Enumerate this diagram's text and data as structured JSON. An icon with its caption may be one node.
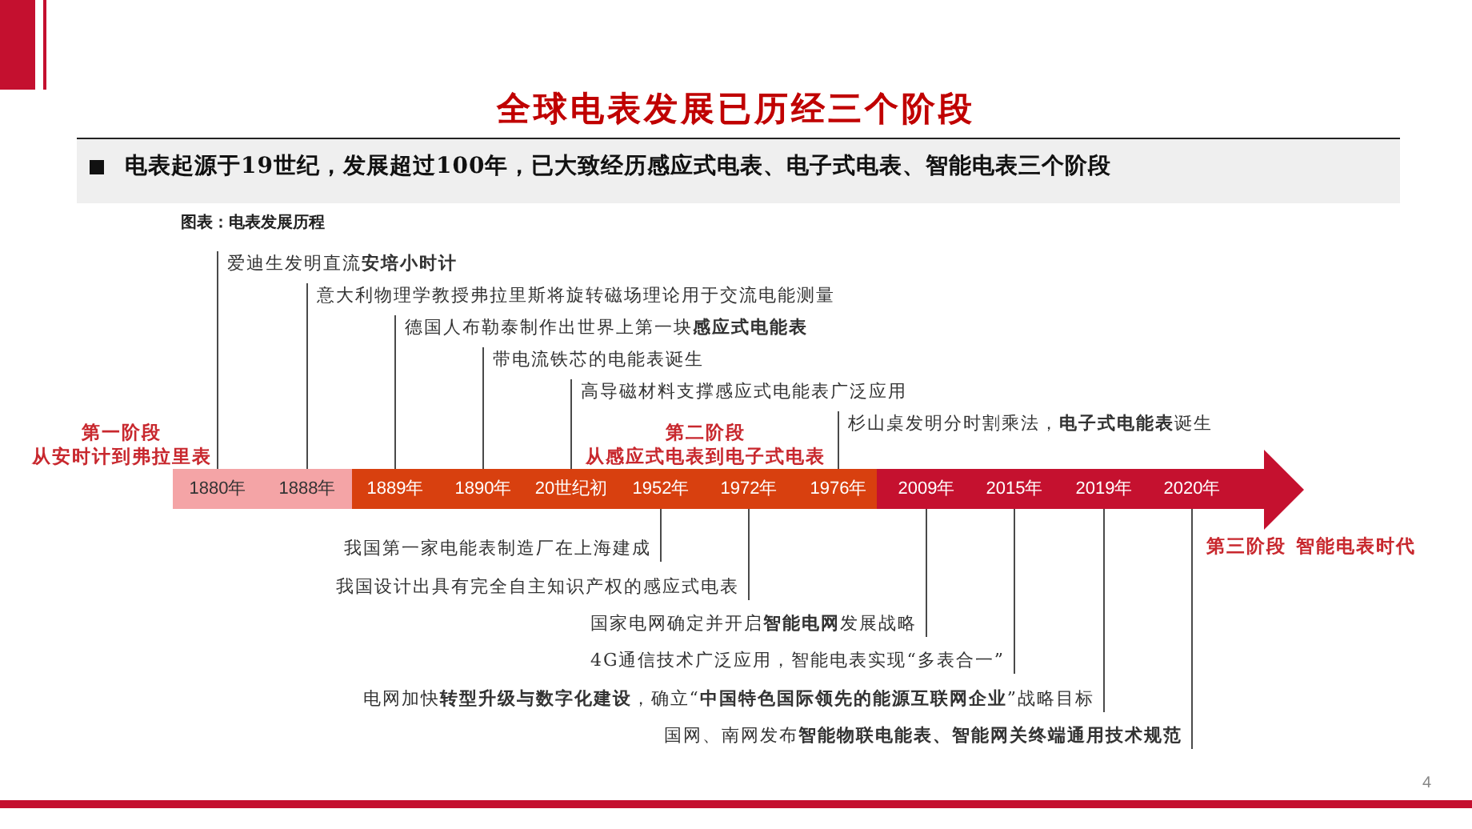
{
  "diagram": {
    "title": "全球电表发展已历经三个阶段",
    "caption": "图表：电表发展历程",
    "nodes": [
      {
        "text": [
          "电表起源于19世纪，发展超过100年，已大致经历感应式电表、电子式电表、智能电表三个阶段"
        ]
      },
      {
        "text": [
          "爱迪生发明直流**安培小时计**"
        ]
      },
      {
        "text": [
          "意大利物理学教授弗拉里斯将旋转磁场理论用于交流电能测量"
        ]
      },
      {
        "text": [
          "德国人布勒泰制作出世界上第一块**感应式电能表**"
        ]
      },
      {
        "text": [
          "带电流铁芯的电能表诞生"
        ]
      },
      {
        "text": [
          "高导磁材料支撑感应式电能表广泛应用"
        ]
      },
      {
        "text": [
          "杉山桌发明分时割乘法，**电子式电能表**诞生"
        ]
      },
      {
        "text": [],
        "shape": "bar",
        "beside": [
          "第一阶段",
          "从安时计到弗拉里表"
        ]
      },
      {
        "text": [
          "1880年"
        ],
        "in": 7
      },
      {
        "text": [
          "1888年"
        ],
        "in": 7
      },
      {
        "text": [],
        "shape": "bar",
        "beside": [
          "第二阶段",
          "从感应式电表到电子式电表"
        ]
      },
      {
        "text": [
          "1889年"
        ],
        "in": 10
      },
      {
        "text": [
          "1890年"
        ],
        "in": 10
      },
      {
        "text": [
          "20世纪初"
        ],
        "in": 10
      },
      {
        "text": [
          "1952年"
        ],
        "in": 10
      },
      {
        "text": [
          "1972年"
        ],
        "in": 10
      },
      {
        "text": [
          "1976年"
        ],
        "in": 10
      },
      {
        "text": [],
        "shape": "arrow",
        "beside": [
          "第三阶段",
          "智能电表时代"
        ]
      },
      {
        "text": [
          "2009年"
        ],
        "in": 17
      },
      {
        "text": [
          "2015年"
        ],
        "in": 17
      },
      {
        "text": [
          "2019年"
        ],
        "in": 17
      },
      {
        "text": [
          "2020年"
        ],
        "in": 17
      },
      {
        "text": [
          "我国第一家电能表制造厂在上海建成"
        ]
      },
      {
        "text": [
          "我国设计出具有完全自主知识产权的感应式电表"
        ]
      },
      {
        "text": [
          "国家电网确定并开启**智能电网**发展战略"
        ]
      },
      {
        "text": [
          "4G通信技术广泛应用，智能电表实现“多表合一”"
        ]
      },
      {
        "text": [
          "电网加快**转型升级与数字化建设**，确立“**中国特色国际领先的能源互联网企业**”战略目标"
        ]
      },
      {
        "text": [
          "国网、南网发布**智能物联电能表、智能网关终端通用技术规范**"
        ]
      }
    ],
    "edges": [
      {
        "from": 1,
        "to": 8,
        "arrow": "none"
      },
      {
        "from": 2,
        "to": 9,
        "arrow": "none"
      },
      {
        "from": 3,
        "to": 11,
        "arrow": "none"
      },
      {
        "from": 4,
        "to": 12,
        "arrow": "none"
      },
      {
        "from": 5,
        "to": 13,
        "arrow": "none"
      },
      {
        "from": 6,
        "to": 16,
        "arrow": "none"
      },
      {
        "from": 22,
        "to": 14,
        "arrow": "none"
      },
      {
        "from": 23,
        "to": 15,
        "arrow": "none"
      },
      {
        "from": 24,
        "to": 18,
        "arrow": "none"
      },
      {
        "from": 25,
        "to": 19,
        "arrow": "none"
      },
      {
        "from": 26,
        "to": 20,
        "arrow": "none"
      },
      {
        "from": 27,
        "to": 21,
        "arrow": "none"
      }
    ],
    "labels": [
      "4"
    ]
  }
}
